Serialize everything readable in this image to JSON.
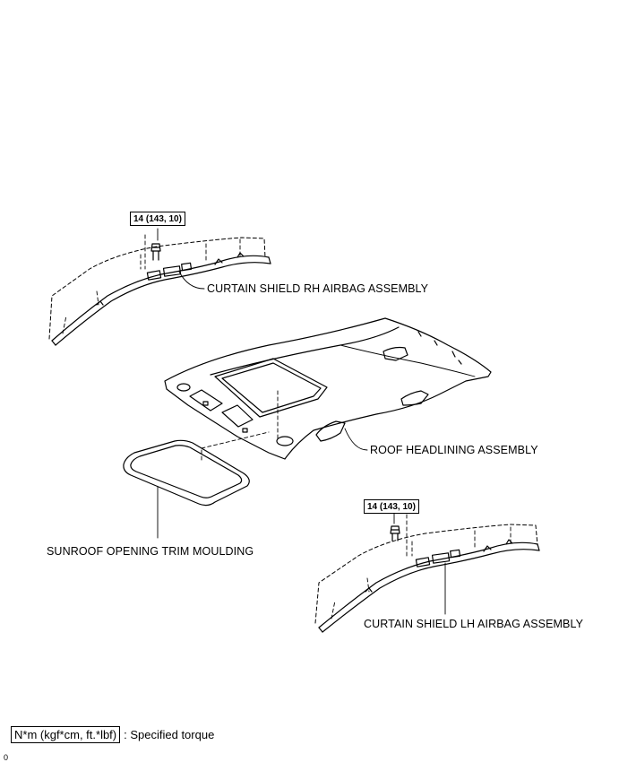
{
  "labels": {
    "rh_airbag": "CURTAIN SHIELD RH AIRBAG ASSEMBLY",
    "roof_headlining": "ROOF HEADLINING ASSEMBLY",
    "sunroof_trim": "SUNROOF OPENING TRIM MOULDING",
    "lh_airbag": "CURTAIN SHIELD LH AIRBAG ASSEMBLY"
  },
  "torque": {
    "rh": "14 (143, 10)",
    "lh": "14 (143, 10)"
  },
  "legend": {
    "unit": "N*m (kgf*cm, ft.*lbf)",
    "text": ": Specified torque"
  },
  "corner_code": "0"
}
